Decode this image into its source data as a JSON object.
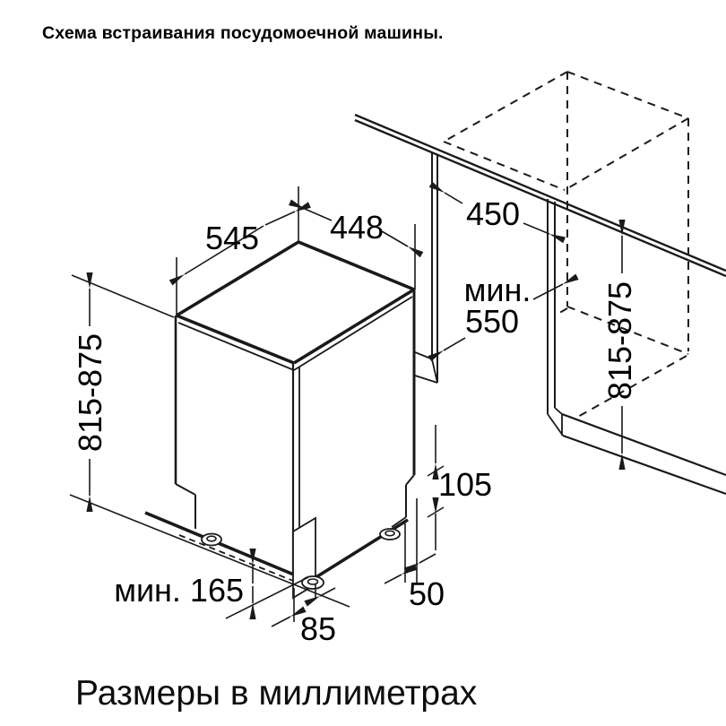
{
  "title": "Схема встраивания посудомоечной машины.",
  "caption": "Размеры в миллиметрах",
  "units": "мм",
  "colors": {
    "ink": "#1a1a1a",
    "background": "#ffffff"
  },
  "dims": {
    "depth_top": "545",
    "width_top": "448",
    "niche_width": "450",
    "niche_depth_line1": "мин.",
    "niche_depth_line2": "550",
    "height_left": "815-875",
    "height_right": "815-875",
    "plinth_height": "105",
    "plinth_recess_min": "мин. 165",
    "side_gap": "50",
    "foot_offset": "85"
  }
}
